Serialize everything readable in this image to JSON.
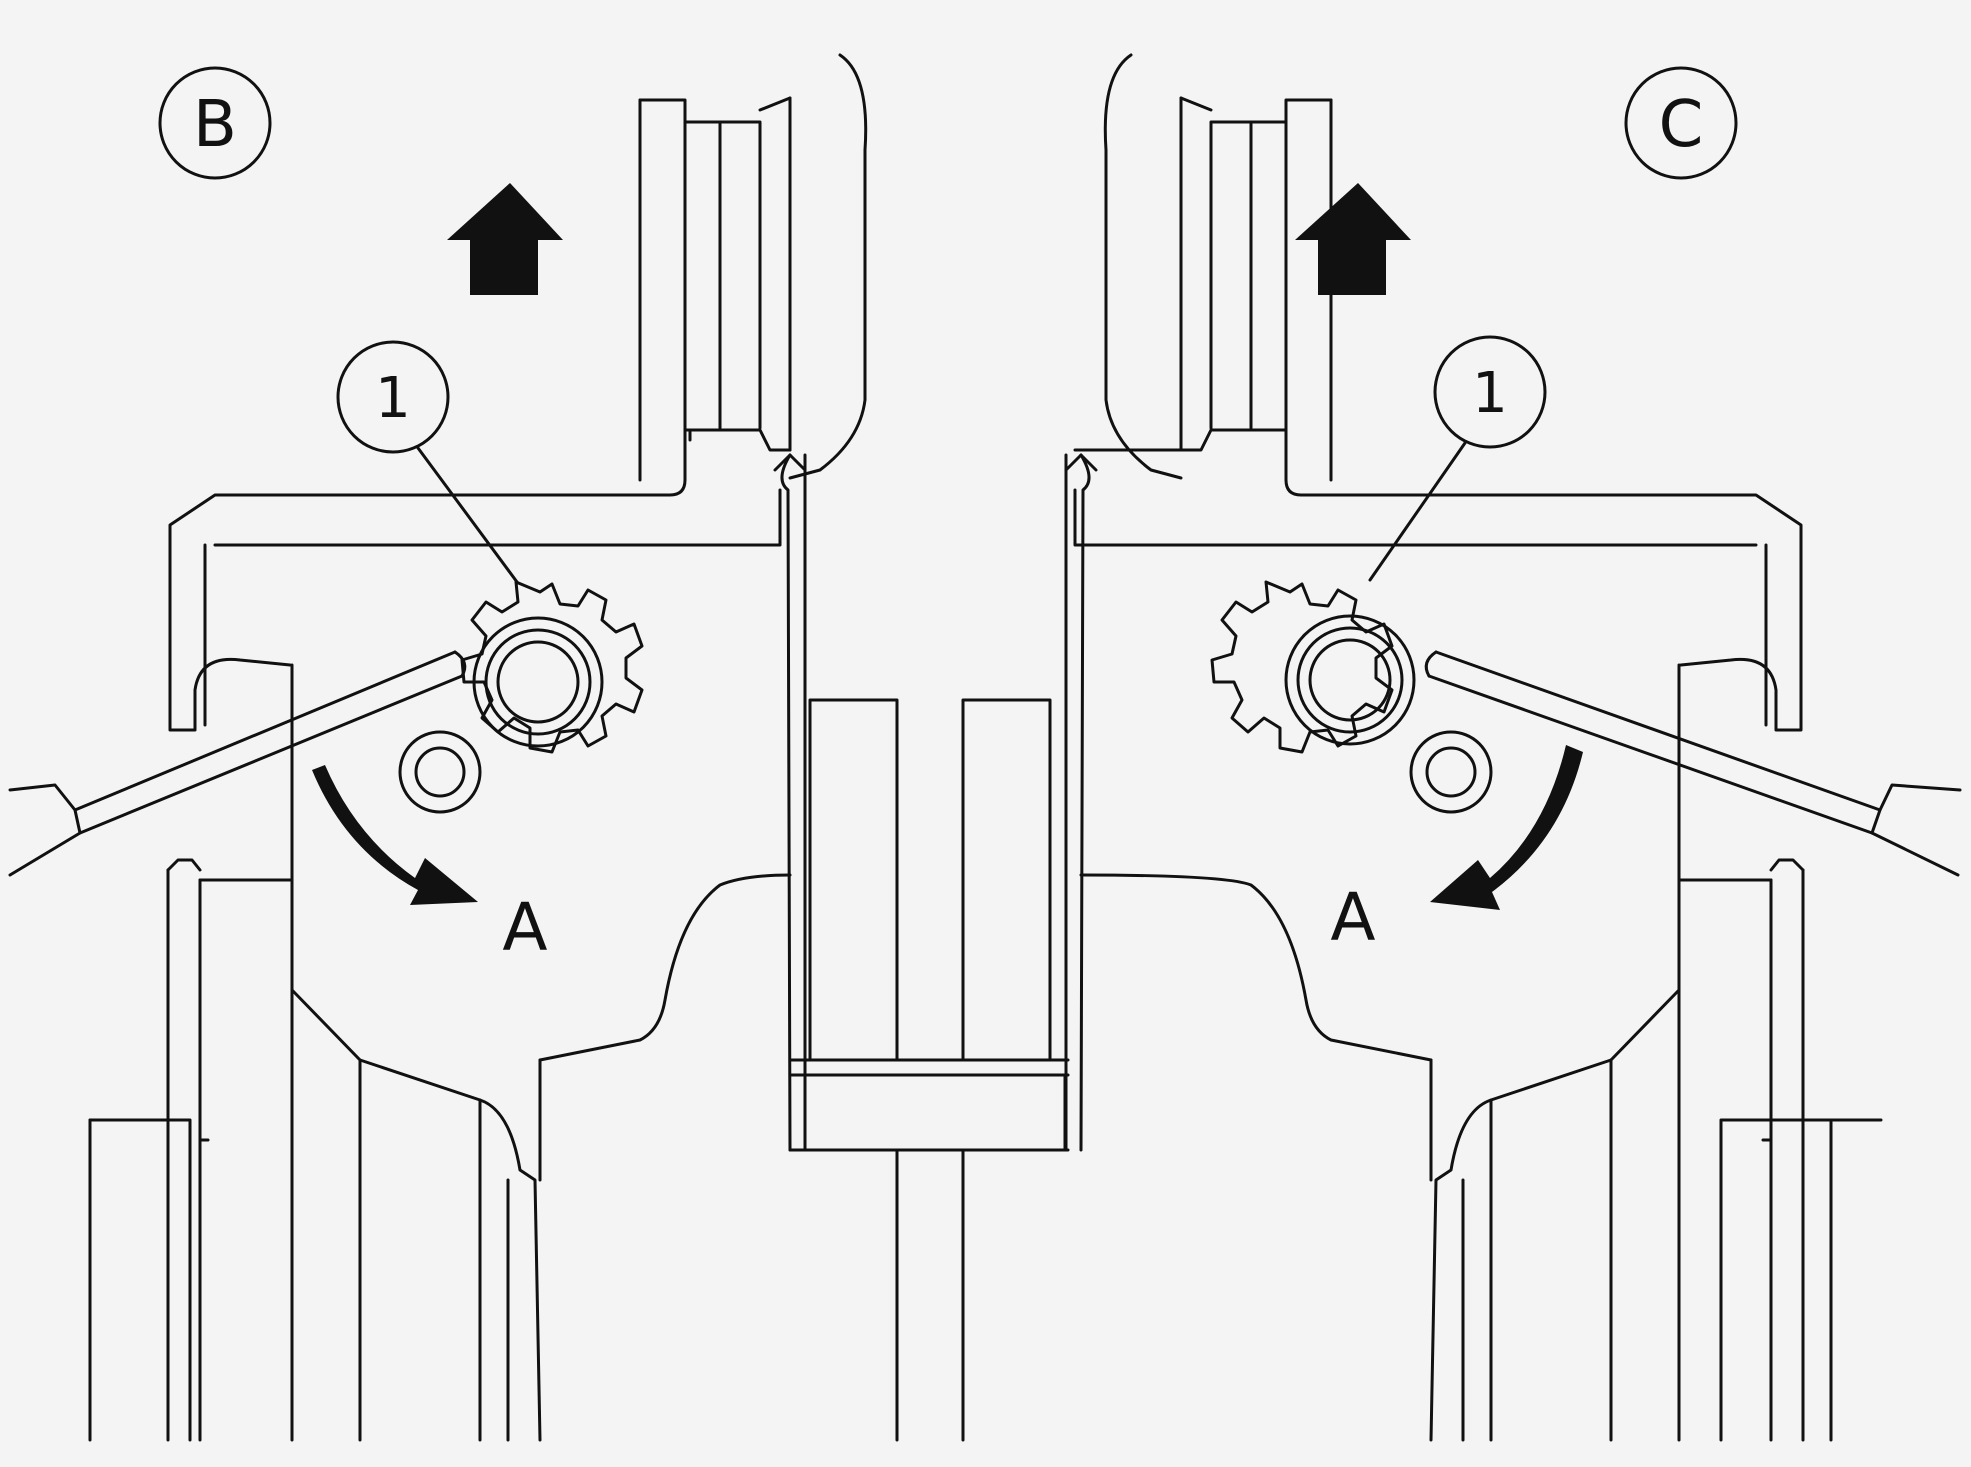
{
  "views": {
    "left": {
      "label": "B",
      "callout": "1",
      "rotation_label": "A"
    },
    "right": {
      "label": "C",
      "callout": "1",
      "rotation_label": "A"
    }
  },
  "colors": {
    "line": "#111111",
    "fill": "#111111",
    "background": "#f4f4f4"
  },
  "icons": {
    "direction": "up-arrow-icon",
    "rotation": "curved-arrow-icon",
    "tool": "screwdriver-icon",
    "sprocket": "gear-icon"
  }
}
